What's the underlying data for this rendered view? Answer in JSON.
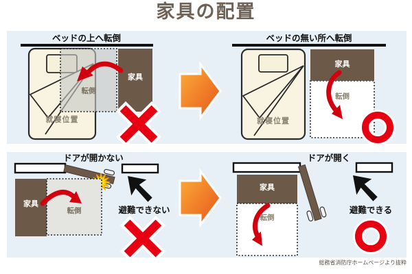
{
  "title": "家具の配置",
  "source_note": "総務省消防庁ホームページより抜粋",
  "shared_labels": {
    "furniture": "家具",
    "fall": "転倒",
    "sleeping_position": "就寝位置"
  },
  "scenes": {
    "bed_bad": {
      "caption": "ベッドの上へ転倒",
      "verdict": "bad"
    },
    "bed_good": {
      "caption": "ベッドの無い所へ転倒",
      "verdict": "good"
    },
    "door_bad": {
      "caption": "ドアが開かない",
      "escape_note": "避難できない",
      "verdict": "bad"
    },
    "door_good": {
      "caption": "ドアが開く",
      "escape_note": "避難できる",
      "verdict": "good"
    }
  },
  "colors": {
    "panel_background": "#e7f0f7",
    "title_text": "#6e6156",
    "furniture_brown": "#6d5947",
    "bed_cream": "#f8f4e1",
    "marker_red": "#e60012",
    "arrow_red": "#d2000f",
    "proceed_orange_start": "#fbb03b",
    "proceed_orange_end": "#e8541a",
    "impact_yellow": "#ffdf00"
  }
}
